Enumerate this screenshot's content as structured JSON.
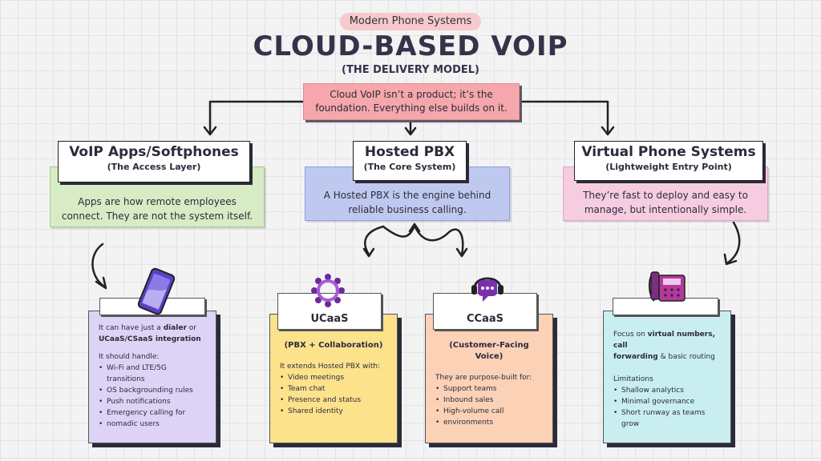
{
  "header": {
    "tag": "Modern Phone Systems",
    "title": "CLOUD-BASED VOIP",
    "subtitle": "(THE DELIVERY MODEL)",
    "foundation_line1": "Cloud VoIP isn’t a product; it’s the",
    "foundation_line2": "foundation. Everything else builds on it."
  },
  "categories": [
    {
      "title": "VoIP Apps/Softphones",
      "subtitle": "(The Access Layer)",
      "line1": "Apps are how remote employees",
      "line2": "connect. They are not the system itself."
    },
    {
      "title": "Hosted PBX",
      "subtitle": "(The Core System)",
      "line1": "A Hosted PBX is the engine behind",
      "line2": "reliable business calling."
    },
    {
      "title": "Virtual Phone Systems",
      "subtitle": "(Lightweight Entry Point)",
      "line1": "They’re fast to deploy and easy to",
      "line2": "manage, but intentionally simple."
    }
  ],
  "cards": {
    "apps": {
      "p1_a": "It can have just a ",
      "p1_b": "dialer",
      "p1_c": " or",
      "p1_d": "UCaaS/CSaaS integration",
      "handle": "It should handle:",
      "items": [
        "Wi-Fi and LTE/5G transitions",
        "OS backgrounding rules",
        "Push notifications",
        "Emergency calling for",
        "nomadic users"
      ]
    },
    "ucaas": {
      "tab": "UCaaS",
      "label": "(PBX + Collaboration)",
      "intro": "It extends Hosted PBX with:",
      "items": [
        "Video meetings",
        "Team chat",
        "Presence and status",
        "Shared identity"
      ]
    },
    "ccaas": {
      "tab": "CCaaS",
      "label": "(Customer-Facing Voice)",
      "intro": "They are purpose-built for:",
      "items": [
        "Support teams",
        "Inbound sales",
        "High-volume call",
        "environments"
      ]
    },
    "virtual": {
      "p1_a": "Focus on ",
      "p1_b": "virtual numbers, call",
      "p1_c": "forwarding",
      "p1_d": " & basic routing",
      "limits": "Limitations",
      "items": [
        "Shallow analytics",
        "Minimal governance",
        "Short runway as teams grow"
      ]
    }
  },
  "icons": [
    "arrow-icon",
    "smartphone-icon",
    "team-circle-icon",
    "headset-chat-icon",
    "desk-phone-icon"
  ],
  "colors": {
    "accent_pink": "#f5a7ab",
    "green": "#d7ecc4",
    "blue": "#bfc9f0",
    "pink": "#f6cde0",
    "purple": "#ddd3f6",
    "yellow": "#fde28c",
    "peach": "#fbd2b6",
    "teal": "#c8eef0"
  }
}
